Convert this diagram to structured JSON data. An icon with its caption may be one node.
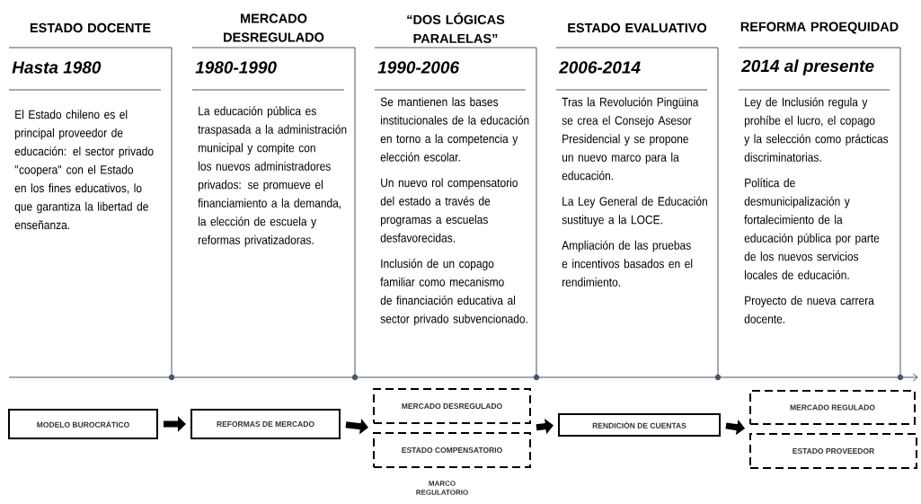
{
  "diagram": {
    "nodes": [
      {
        "text": [
          "ESTADO DOCENTE",
          "Hasta 1980",
          "El Estado chileno es el principal proveedor de educación: el sector privado \"coopera\" con el Estado en los fines educativos, lo que garantiza la libertad de enseñanza."
        ]
      },
      {
        "text": [
          "MERCADO DESREGULADO",
          "1980-1990",
          "La educación pública es traspasada a la administración municipal y compite con los nuevos administradores privados: se promueve el financiamiento a la demanda, la elección de escuela y reformas privatizadoras."
        ]
      },
      {
        "text": [
          "“DOS LÓGICAS PARALELAS”",
          "1990-2006",
          "Se mantienen las bases institucionales de la educación en torno a la competencia y elección escolar.",
          "Un nuevo rol compensatorio del estado a través de programas a escuelas desfavorecidas.",
          "Inclusión de un copago familiar como mecanismo de financiación educativa al sector privado subvencionado."
        ]
      },
      {
        "text": [
          "ESTADO EVALUATIVO",
          "2006-2014",
          "Tras la Revolución Pingüina se crea el Consejo Asesor Presidencial y se propone un nuevo marco para la educación.",
          "La Ley General de Educación sustituye a la LOCE.",
          "Ampliación de las pruebas e incentivos basados en el rendimiento."
        ]
      },
      {
        "text": [
          "REFORMA PROEQUIDAD",
          "2014 al presente",
          "Ley de Inclusión regula y prohíbe el lucro, el copago y la selección como prácticas discriminatorias.",
          "Política de desmunicipalización y fortalecimiento de la educación pública por parte de los nuevos servicios locales de educación.",
          "Proyecto de nueva carrera docente."
        ]
      },
      {
        "text": [
          "MODELO BUROCRÁTICO"
        ]
      },
      {
        "text": [
          "REFORMAS DE MERCADO"
        ]
      },
      {
        "text": [
          "MERCADO DESREGULADO"
        ]
      },
      {
        "text": [
          "ESTADO COMPENSATORIO"
        ]
      },
      {
        "text": [
          "RENDICIÓN DE CUENTAS"
        ]
      },
      {
        "text": [
          "MERCADO REGULADO"
        ]
      },
      {
        "text": [
          "ESTADO PROVEEDOR"
        ]
      }
    ],
    "edges": [
      {
        "from": 5,
        "to": 6,
        "arrow": "to"
      },
      {
        "from": 6,
        "to": 7,
        "arrow": "to"
      },
      {
        "from": 6,
        "to": 8,
        "arrow": "to"
      },
      {
        "from": 7,
        "to": 9,
        "arrow": "to"
      },
      {
        "from": 8,
        "to": 9,
        "arrow": "to"
      },
      {
        "from": 9,
        "to": 10,
        "arrow": "to"
      },
      {
        "from": 9,
        "to": 11,
        "arrow": "to"
      }
    ],
    "labels": [
      "MARCO REGULATORIO"
    ]
  }
}
